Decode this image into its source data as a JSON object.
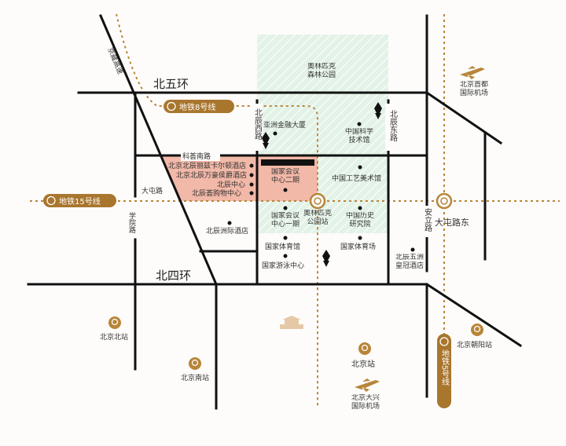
{
  "roads": {
    "ring5": "北五环",
    "ring4": "北四环",
    "jingzang": "京藏高速",
    "kehui_south": "科荟南路",
    "datun": "大屯路",
    "xueyuan": "学院路",
    "beichen_west": "北辰西路",
    "beichen_east": "北辰东路",
    "anli": "安立路"
  },
  "metro": {
    "line8": "地铁8号线",
    "line15": "地铁15号线",
    "line5": "地铁5号线",
    "olympic_station": "奥林匹克公园站",
    "datun_east": "大屯路东"
  },
  "pois": {
    "forest_park": "奥林匹克森林公园",
    "asia_finance": "亚洲金融大厦",
    "science_museum": "中国科学技术馆",
    "arts_museum": "中国工艺美术馆",
    "cncc2": "国家会议中心二期",
    "cncc1": "国家会议中心一期",
    "history_institute": "中国历史研究院",
    "ritz": "北京北辰丽兹卡尔顿酒店",
    "marriott": "北京北辰万豪侯爵酒店",
    "beichen_center": "北辰中心",
    "beichen_mall": "北辰荟购物中心",
    "intercontinental": "北辰洲际酒店",
    "stadium_hall": "国家体育馆",
    "stadium": "国家体育场",
    "aquatics": "国家游泳中心",
    "crowne": "北辰五洲皇冠酒店",
    "capital_airport": "北京首都国际机场",
    "daxing_airport": "北京大兴国际机场",
    "bj_north": "北京北站",
    "bj_south": "北京南站",
    "bj_station": "北京站",
    "bj_chaoyang": "北京朝阳站"
  },
  "colors": {
    "accent": "#a9762e",
    "pink": "#f2b8a8",
    "park": "#dcefe2"
  }
}
